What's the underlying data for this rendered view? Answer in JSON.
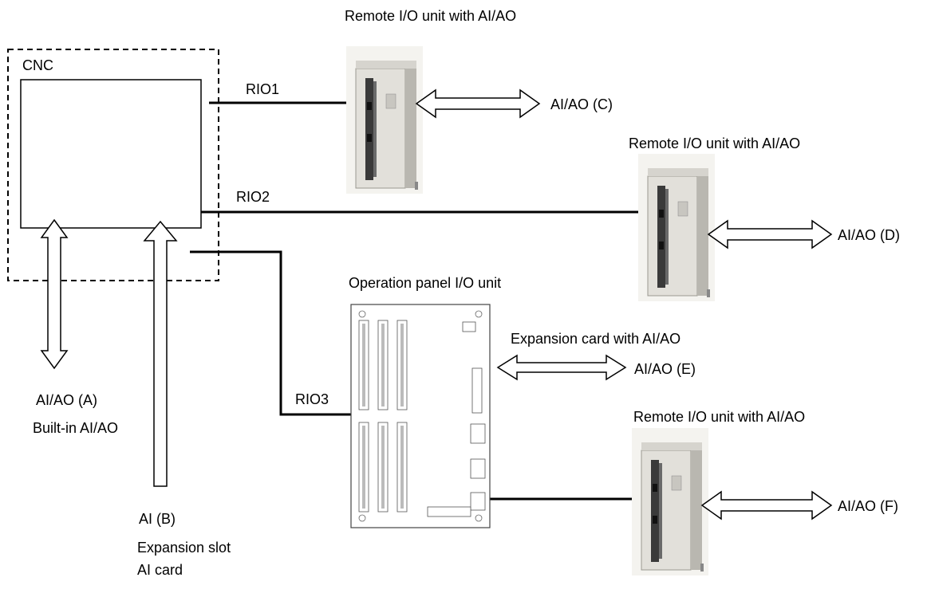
{
  "labels": {
    "cnc": "CNC",
    "rio1": "RIO1",
    "rio2": "RIO2",
    "rio3": "RIO3",
    "remote_io_top": "Remote I/O unit with AI/AO",
    "remote_io_mid": "Remote I/O unit with AI/AO",
    "remote_io_bottom": "Remote I/O unit with AI/AO",
    "op_panel": "Operation panel I/O unit",
    "expansion_card": "Expansion card with AI/AO",
    "aiao_a": "AI/AO (A)",
    "builtin": "Built-in AI/AO",
    "ai_b": "AI (B)",
    "expansion_slot": "Expansion slot",
    "ai_card": "AI card",
    "aiao_c": "AI/AO (C)",
    "aiao_d": "AI/AO (D)",
    "aiao_e": "AI/AO (E)",
    "aiao_f": "AI/AO (F)"
  },
  "colors": {
    "line": "#000000",
    "unit_body": "#e8e6e1",
    "unit_shade": "#b8b6b0",
    "connector": "#2a2a2a"
  }
}
